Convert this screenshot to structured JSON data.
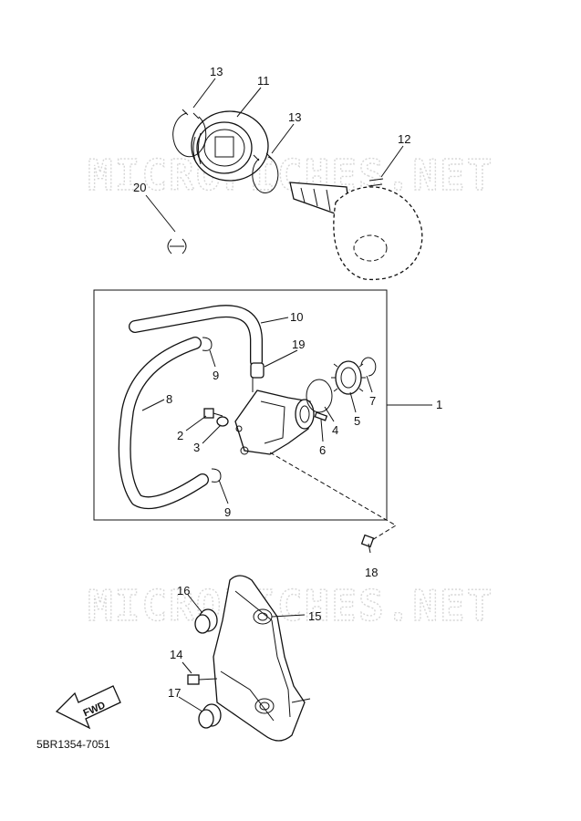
{
  "watermark": "MICROFICHES.NET",
  "diagram_code": "5BR1354-7051",
  "fwd_label": "FWD",
  "callouts": {
    "c1": "1",
    "c2": "2",
    "c3": "3",
    "c4": "4",
    "c5": "5",
    "c6": "6",
    "c7": "7",
    "c8": "8",
    "c9a": "9",
    "c9b": "9",
    "c10": "10",
    "c11": "11",
    "c12": "12",
    "c13a": "13",
    "c13b": "13",
    "c14": "14",
    "c15": "15",
    "c16": "16",
    "c17": "17",
    "c18": "18",
    "c19": "19",
    "c20": "20"
  }
}
